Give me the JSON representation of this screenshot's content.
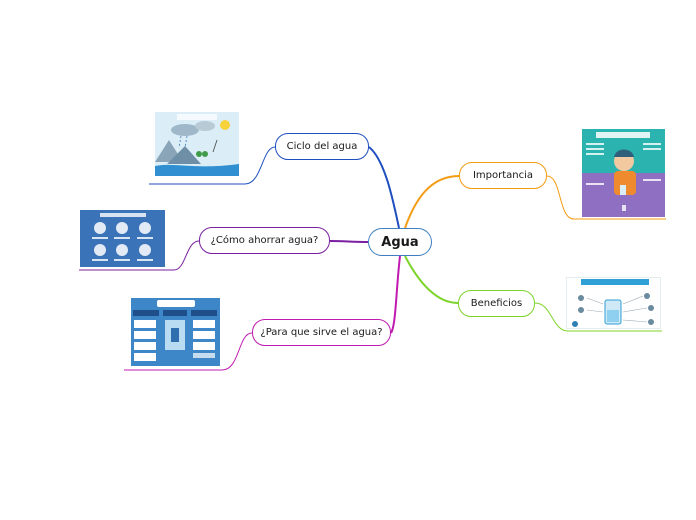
{
  "central": {
    "label": "Agua"
  },
  "branches": {
    "ciclo": {
      "label": "Ciclo del agua",
      "color": "#1f4fbf"
    },
    "ahorrar": {
      "label": "¿Cómo ahorrar agua?",
      "color": "#7b1fa2"
    },
    "para": {
      "label": "¿Para que sirve el agua?",
      "color": "#c01ab0"
    },
    "importancia": {
      "label": "Importancia",
      "color": "#f39c12"
    },
    "beneficios": {
      "label": "Beneficios",
      "color": "#7dd42a"
    }
  },
  "central_color": "#3f7fbf"
}
